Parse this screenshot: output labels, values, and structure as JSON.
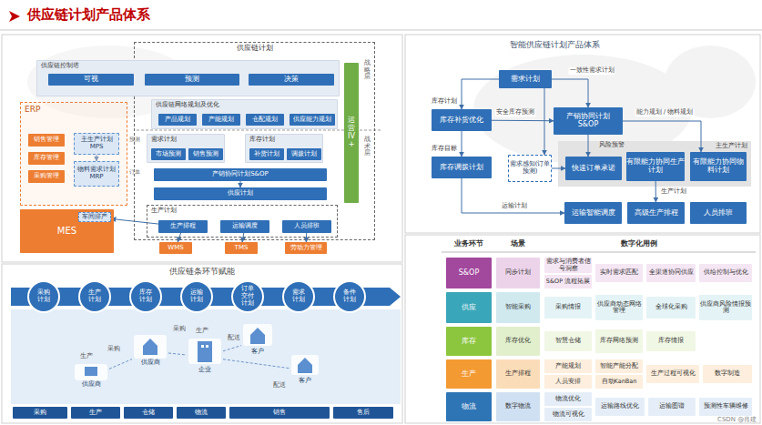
{
  "diagram": {
    "title": "供应链计划产品体系",
    "nodes": [
      {
        "text": [
          "供应链计划"
        ]
      },
      {
        "text": [
          "供应链控制塔"
        ]
      },
      {
        "text": [
          "可视"
        ],
        "in": 1
      },
      {
        "text": [
          "预测"
        ],
        "in": 1
      },
      {
        "text": [
          "决策"
        ],
        "in": 1
      },
      {
        "text": [
          "ERP"
        ]
      },
      {
        "text": [
          "销售管理"
        ],
        "in": 5
      },
      {
        "text": [
          "库存管理"
        ],
        "in": 5
      },
      {
        "text": [
          "采购管理"
        ],
        "in": 5
      },
      {
        "text": [
          "主生产计划",
          "MPS"
        ],
        "in": 5
      },
      {
        "text": [
          "物料需求计划MRP"
        ],
        "in": 5
      },
      {
        "text": [
          "供应链网络规划及优化"
        ],
        "in": 0
      },
      {
        "text": [
          "产品规划"
        ],
        "in": 11
      },
      {
        "text": [
          "产能规划"
        ],
        "in": 11
      },
      {
        "text": [
          "仓配规划"
        ],
        "in": 11
      },
      {
        "text": [
          "供应能力规划"
        ],
        "in": 11
      },
      {
        "text": [
          "需求计划"
        ],
        "in": 0
      },
      {
        "text": [
          "市场预测"
        ],
        "in": 16
      },
      {
        "text": [
          "销售预测"
        ],
        "in": 16
      },
      {
        "text": [
          "库存计划"
        ],
        "in": 0
      },
      {
        "text": [
          "补货计划"
        ],
        "in": 19
      },
      {
        "text": [
          "调拨计划"
        ],
        "in": 19
      },
      {
        "text": [
          "产销协同计划S&OP"
        ],
        "in": 0
      },
      {
        "text": [
          "供应计划"
        ],
        "in": 0
      },
      {
        "text": [
          "生产计划"
        ],
        "in": 0
      },
      {
        "text": [
          "生产排程"
        ],
        "in": 24
      },
      {
        "text": [
          "运输调度"
        ],
        "in": 24
      },
      {
        "text": [
          "人员排班"
        ],
        "in": 24
      },
      {
        "text": [
          "运营",
          "IV+"
        ],
        "in": 0
      },
      {
        "text": [
          "MES"
        ]
      },
      {
        "text": [
          "车间排产"
        ],
        "in": 29
      },
      {
        "text": [
          "WMS"
        ]
      },
      {
        "text": [
          "TMS"
        ]
      },
      {
        "text": [
          "劳动力管理"
        ]
      },
      {
        "text": [
          "需求计划"
        ]
      },
      {
        "text": [
          "库存补货优化"
        ]
      },
      {
        "text": [
          "产销协同计划",
          "S&OP"
        ]
      },
      {
        "text": [
          "库存调拨计划"
        ]
      },
      {
        "text": [
          "需求感知(订单预测)"
        ]
      },
      {
        "text": [
          "主生产计划"
        ]
      },
      {
        "text": [
          "快速订单承诺"
        ],
        "in": 39
      },
      {
        "text": [
          "有限能力协同生产计划"
        ],
        "in": 39
      },
      {
        "text": [
          "有限能力协同物料计划"
        ],
        "in": 39
      },
      {
        "text": [
          "运输智能调度"
        ]
      },
      {
        "text": [
          "高级生产排程"
        ]
      },
      {
        "text": [
          "人员排班"
        ]
      },
      {
        "text": [
          "供应链条环节赋能"
        ]
      },
      {
        "text": [
          "采购计划"
        ],
        "in": 46
      },
      {
        "text": [
          "生产计划"
        ],
        "in": 46
      },
      {
        "text": [
          "库存计划"
        ],
        "in": 46
      },
      {
        "text": [
          "运输计划"
        ],
        "in": 46
      },
      {
        "text": [
          "订单交付计划"
        ],
        "in": 46
      },
      {
        "text": [
          "需求计划"
        ],
        "in": 46
      },
      {
        "text": [
          "备件计划"
        ],
        "in": 46
      },
      {
        "text": [
          "供应商"
        ],
        "in": 46
      },
      {
        "text": [
          "供应商"
        ],
        "in": 46
      },
      {
        "text": [
          "企业"
        ],
        "in": 46
      },
      {
        "text": [
          "客户"
        ],
        "in": 46
      },
      {
        "text": [
          "客户"
        ],
        "in": 46
      },
      {
        "text": [
          "采购"
        ],
        "in": 46
      },
      {
        "text": [
          "生产"
        ],
        "in": 46
      },
      {
        "text": [
          "仓储"
        ],
        "in": 46
      },
      {
        "text": [
          "物流"
        ],
        "in": 46
      },
      {
        "text": [
          "销售"
        ],
        "in": 46
      },
      {
        "text": [
          "售后"
        ],
        "in": 46
      },
      {
        "text": [
          "S&OP"
        ]
      },
      {
        "text": [
          "同步计划"
        ]
      },
      {
        "text": [
          "需求与消费者信号洞察"
        ]
      },
      {
        "text": [
          "S&OP 流程拓展"
        ]
      },
      {
        "text": [
          "实时需求匹配"
        ]
      },
      {
        "text": [
          "全渠道协同供应"
        ]
      },
      {
        "text": [
          "供给控制与优化"
        ]
      },
      {
        "text": [
          "供应"
        ]
      },
      {
        "text": [
          "智能采购"
        ]
      },
      {
        "text": [
          "采购情报"
        ]
      },
      {
        "text": [
          "供应商动态网络管理"
        ]
      },
      {
        "text": [
          "全球化采购"
        ]
      },
      {
        "text": [
          "供应商风险情报预测"
        ]
      },
      {
        "text": [
          "库存"
        ]
      },
      {
        "text": [
          "库存优化"
        ]
      },
      {
        "text": [
          "智慧仓储"
        ]
      },
      {
        "text": [
          "库存网络预测"
        ]
      },
      {
        "text": [
          "库存情报"
        ]
      },
      {
        "text": [
          "生产"
        ]
      },
      {
        "text": [
          "生产排程"
        ]
      },
      {
        "text": [
          "产能规划"
        ]
      },
      {
        "text": [
          "人员安排"
        ]
      },
      {
        "text": [
          "智能产能分配"
        ]
      },
      {
        "text": [
          "自动KanBan"
        ]
      },
      {
        "text": [
          "生产过程可视化"
        ]
      },
      {
        "text": [
          "数字制造"
        ]
      },
      {
        "text": [
          "物流"
        ]
      },
      {
        "text": [
          "数字物流"
        ]
      },
      {
        "text": [
          "物流优化"
        ]
      },
      {
        "text": [
          "物流可视化"
        ]
      },
      {
        "text": [
          "运输路线优化"
        ]
      },
      {
        "text": [
          "运输图谱"
        ]
      },
      {
        "text": [
          "预测性车辆维修"
        ]
      }
    ],
    "edges": [
      {
        "from": 34,
        "to": 36,
        "arrow": "to",
        "label": "一致性需求计划"
      },
      {
        "from": 34,
        "to": 35,
        "arrow": "to"
      },
      {
        "from": 35,
        "to": 36,
        "arrow": "to",
        "label": "安全库存预测"
      },
      {
        "from": 36,
        "to": 42,
        "arrow": "to",
        "label": "能力规划 / 物料规划"
      },
      {
        "from": 35,
        "to": 37,
        "arrow": "to"
      },
      {
        "from": 34,
        "to": 38,
        "arrow": "to"
      },
      {
        "from": 38,
        "to": 40,
        "arrow": "to"
      },
      {
        "from": 36,
        "to": 40,
        "arrow": "to",
        "label": "风险预警"
      },
      {
        "from": 41,
        "to": 44,
        "arrow": "to",
        "label": "生产计划"
      },
      {
        "from": 37,
        "to": 43,
        "arrow": "to",
        "label": "运输计划"
      },
      {
        "from": 25,
        "to": 30,
        "arrow": "to"
      },
      {
        "from": 25,
        "to": 31,
        "arrow": "to"
      },
      {
        "from": 26,
        "to": 32,
        "arrow": "to"
      },
      {
        "from": 27,
        "to": 33,
        "arrow": "to"
      },
      {
        "from": 9,
        "to": 10,
        "arrow": "to"
      },
      {
        "from": 22,
        "to": 23,
        "arrow": "to"
      },
      {
        "from": 54,
        "to": 55,
        "arrow": "none"
      },
      {
        "from": 55,
        "to": 56,
        "arrow": "none"
      },
      {
        "from": 56,
        "to": 57,
        "arrow": "none"
      },
      {
        "from": 56,
        "to": 58,
        "arrow": "none"
      }
    ],
    "labels": [
      "战略层",
      "战术层",
      "预测",
      "订单",
      "智能供应链计划产品体系",
      "库存计划",
      "库存目标",
      "采购",
      "生产",
      "采购",
      "生产",
      "配送",
      "配送",
      "业务环节",
      "场景",
      "数字化用例",
      "CSDN @肖建"
    ]
  }
}
